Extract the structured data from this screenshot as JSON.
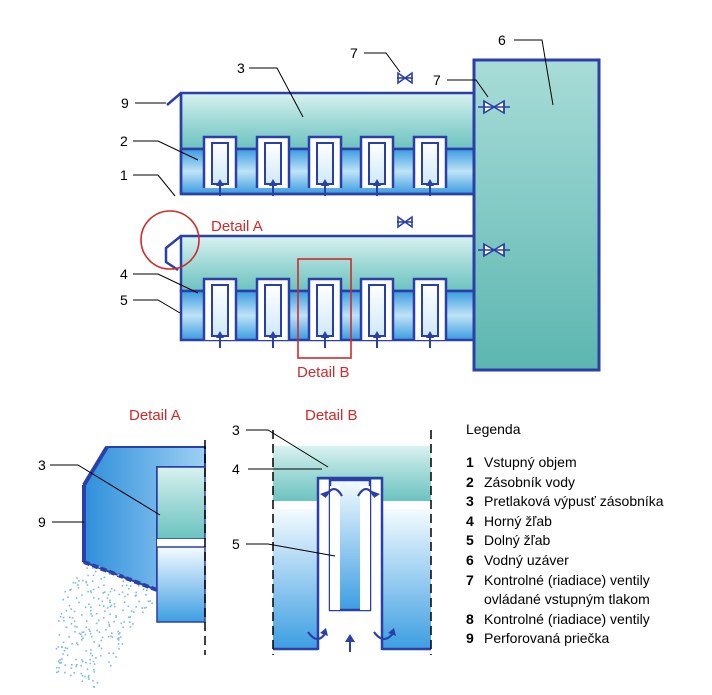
{
  "diagram": {
    "labels": {
      "n1": "1",
      "n2": "2",
      "n3": "3",
      "n4": "4",
      "n5": "5",
      "n6": "6",
      "n7a": "7",
      "n7b": "7",
      "n9": "9",
      "detailA_top": "Detail A",
      "detailB_top": "Detail B",
      "detailA_title": "Detail A",
      "detailB_title": "Detail B",
      "a3": "3",
      "a9": "9",
      "b3": "3",
      "b4": "4",
      "b5": "5"
    },
    "colors": {
      "outline": "#2b3fa8",
      "water_top": "#8fd6d6",
      "water_bottom": "#5fb0e6",
      "red": "#d02a2a"
    }
  },
  "legend": {
    "title": "Legenda",
    "items": [
      {
        "num": "1",
        "text": "Vstupný objem"
      },
      {
        "num": "2",
        "text": "Zásobník vody"
      },
      {
        "num": "3",
        "text": "Pretlaková výpusť zásobníka"
      },
      {
        "num": "4",
        "text": "Horný žľab"
      },
      {
        "num": "5",
        "text": "Dolný žľab"
      },
      {
        "num": "6",
        "text": "Vodný uzáver"
      },
      {
        "num": "7",
        "text": "Kontrolné (riadiace)  ventily"
      },
      {
        "num": "",
        "text": "ovládané vstupným tlakom"
      },
      {
        "num": "8",
        "text": "Kontrolné (riadiace)  ventily"
      },
      {
        "num": "9",
        "text": "Perforovaná priečka"
      }
    ]
  }
}
